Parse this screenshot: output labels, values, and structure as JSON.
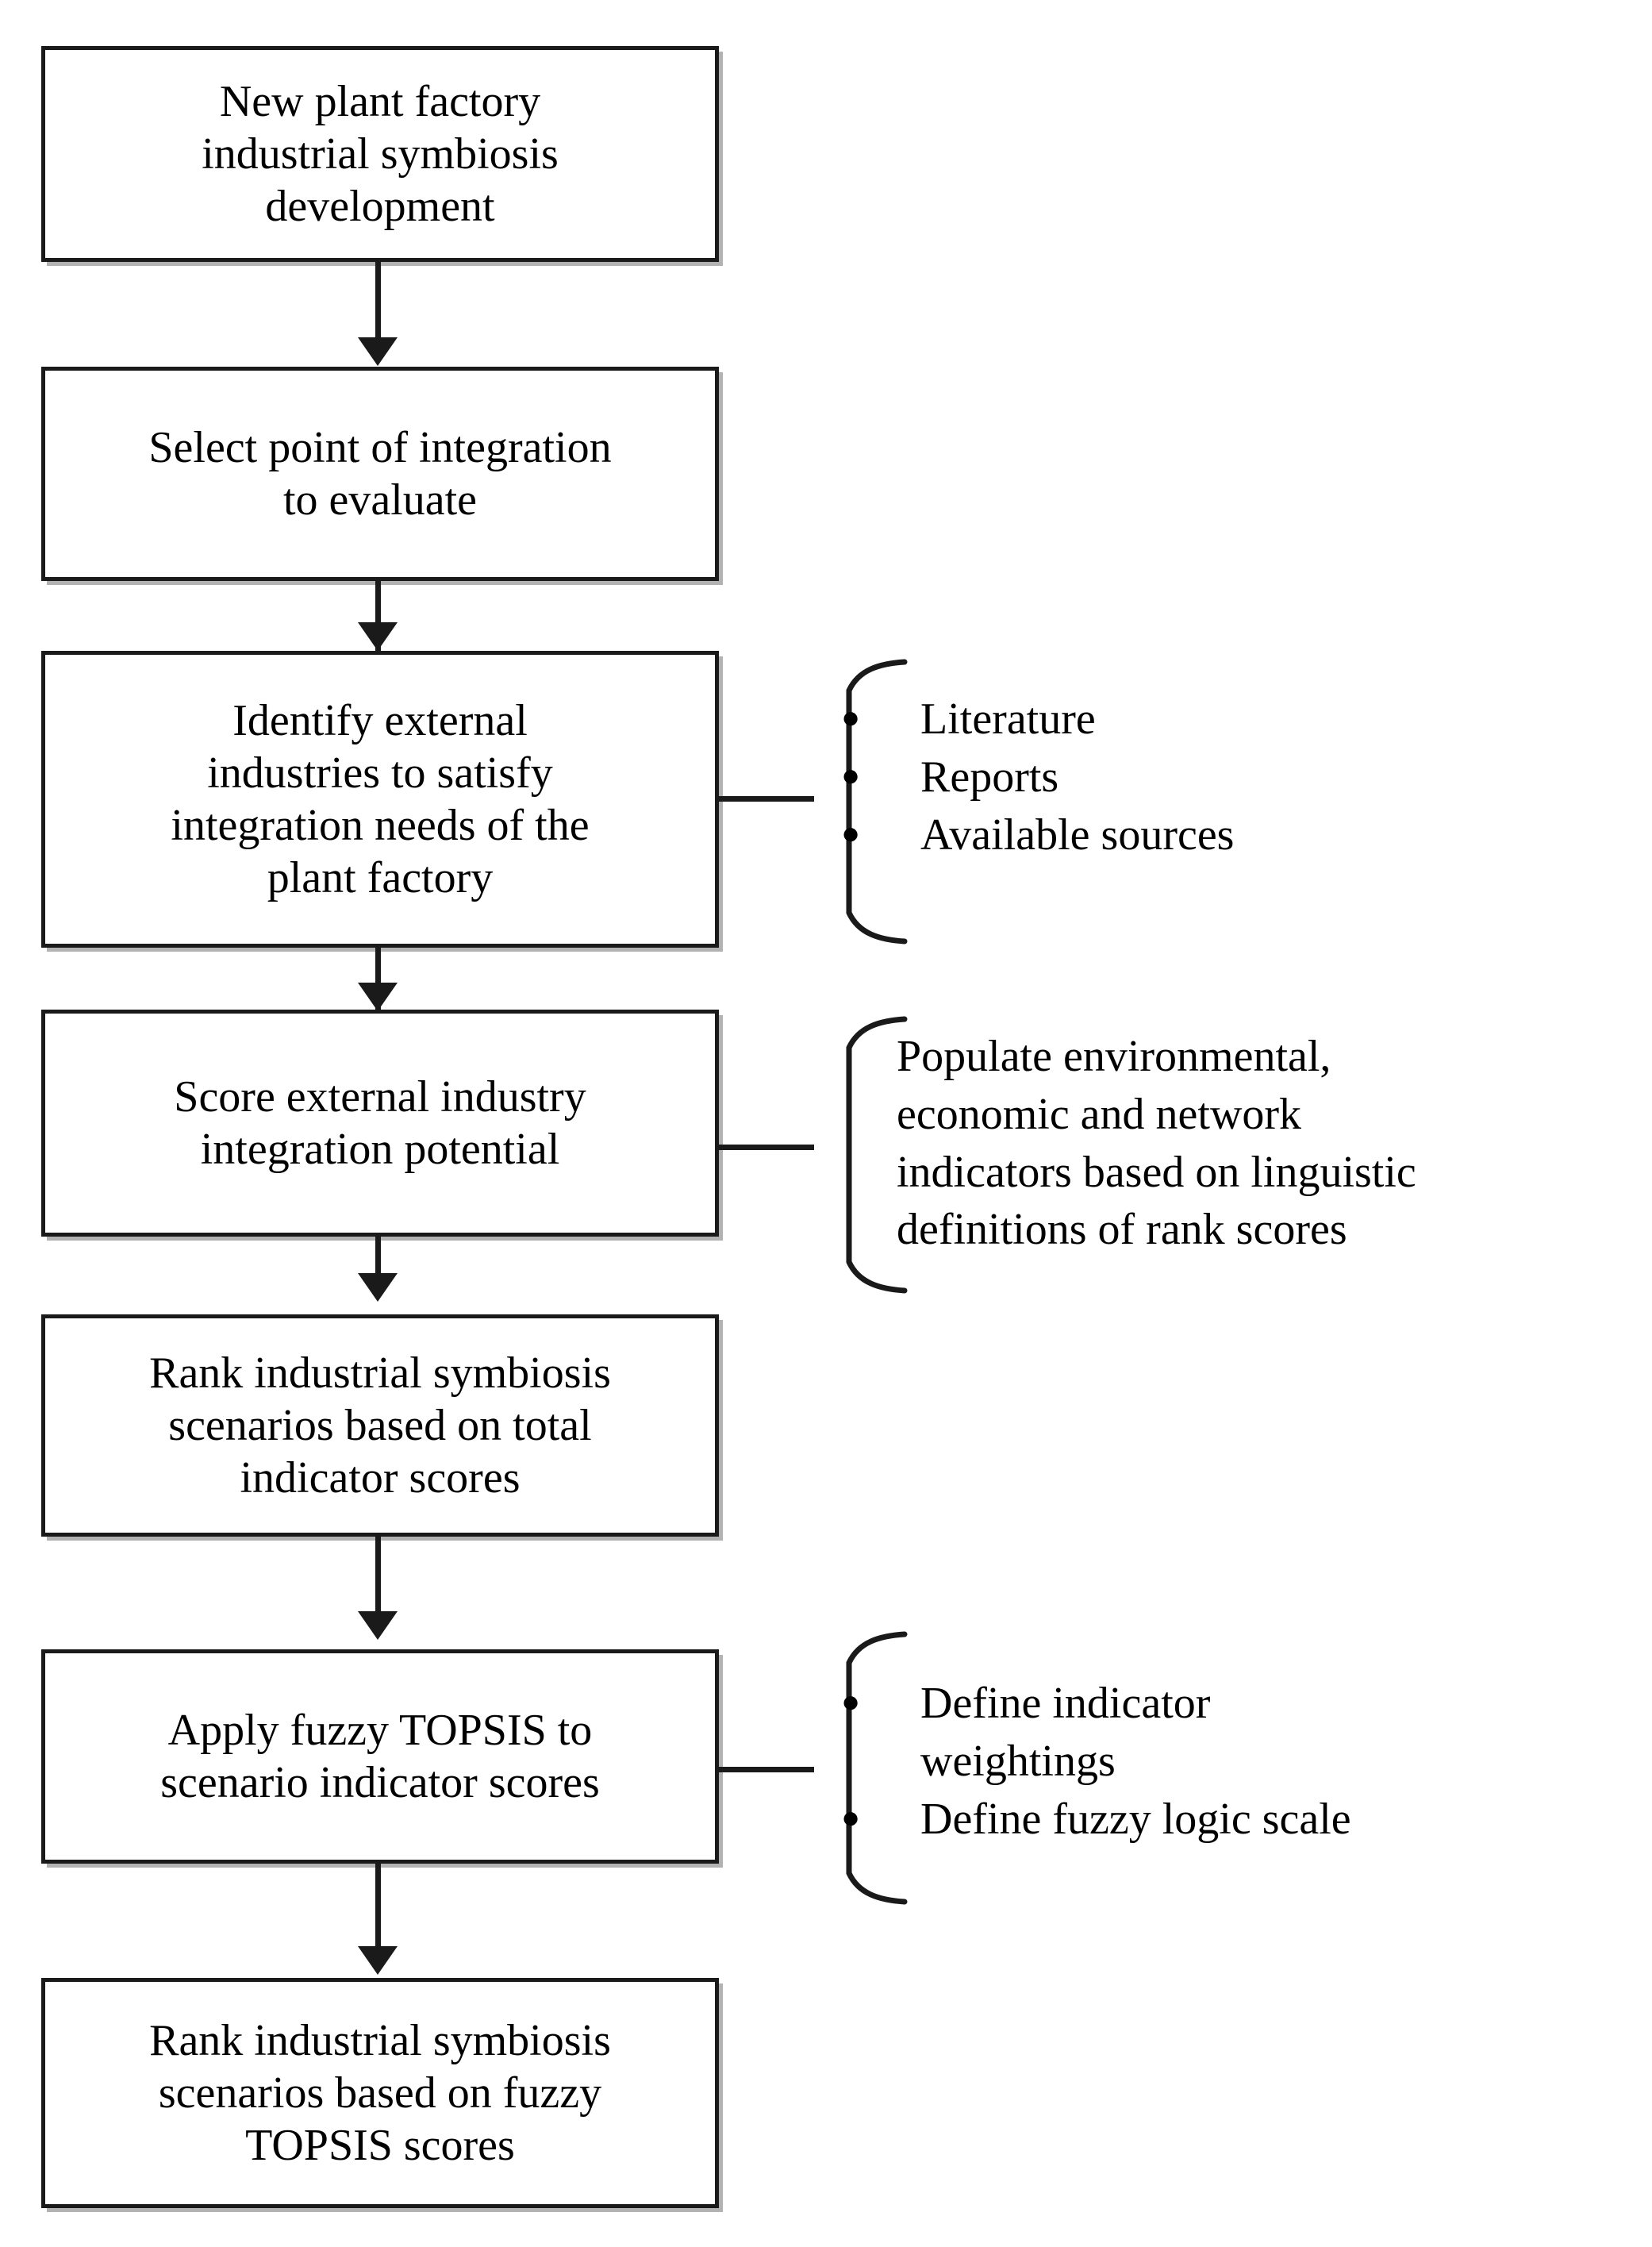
{
  "diagram": {
    "title": "Plant factory industrial symbiosis evaluation flowchart",
    "type": "flowchart",
    "orientation": "vertical",
    "colors": {
      "box_border": "#1a1a1a",
      "box_fill": "#ffffff",
      "connector": "#1a1a1a",
      "text": "#000000",
      "shadow": "#4d4d4d"
    }
  },
  "nodes": [
    {
      "id": "node-1",
      "text": "New plant factory\nindustrial symbiosis\ndevelopment"
    },
    {
      "id": "node-2",
      "text": "Select point of integration\nto evaluate"
    },
    {
      "id": "node-3",
      "text": "Identify external\nindustries to satisfy\nintegration needs of the\nplant factory"
    },
    {
      "id": "node-4",
      "text": "Score external industry\nintegration potential"
    },
    {
      "id": "node-5",
      "text": "Rank industrial symbiosis\nscenarios based on total\nindicator scores"
    },
    {
      "id": "node-6",
      "text": "Apply fuzzy TOPSIS to\nscenario indicator scores"
    },
    {
      "id": "node-7",
      "text": "Rank industrial symbiosis\nscenarios based on fuzzy\nTOPSIS scores"
    }
  ],
  "annotations": [
    {
      "id": "annotation-sources",
      "attached_to": "node-3",
      "style": "bullets",
      "bullet_glyph": "●",
      "items": [
        "Literature",
        "Reports",
        "Available sources"
      ]
    },
    {
      "id": "annotation-indicators",
      "attached_to": "node-4",
      "style": "paragraph",
      "text": "Populate environmental,\neconomic and network\nindicators based on linguistic\ndefinitions of rank scores"
    },
    {
      "id": "annotation-fuzzy",
      "attached_to": "node-6",
      "style": "bullets",
      "bullet_glyph": "●",
      "items": [
        "Define indicator\nweightings",
        "Define fuzzy logic scale"
      ]
    }
  ],
  "arrows": [
    {
      "id": "arrow-1-2",
      "from": "node-1",
      "to": "node-2"
    },
    {
      "id": "arrow-2-3",
      "from": "node-2",
      "to": "node-3"
    },
    {
      "id": "arrow-3-4",
      "from": "node-3",
      "to": "node-4"
    },
    {
      "id": "arrow-4-5",
      "from": "node-4",
      "to": "node-5"
    },
    {
      "id": "arrow-5-6",
      "from": "node-5",
      "to": "node-6"
    },
    {
      "id": "arrow-6-7",
      "from": "node-6",
      "to": "node-7"
    }
  ]
}
